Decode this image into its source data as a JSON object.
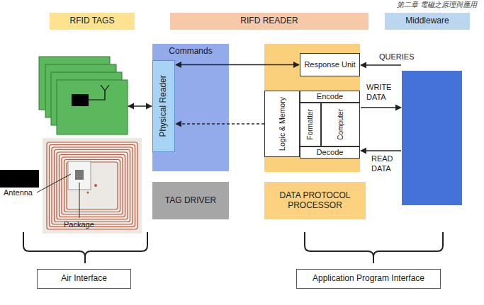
{
  "diagram": {
    "nodes": [
      {
        "text": [
          "RFID TAGS"
        ]
      },
      {
        "text": [
          "RIFD READER"
        ]
      },
      {
        "text": [
          "Middleware"
        ]
      },
      {
        "text": [
          "Commands"
        ]
      },
      {
        "text": [
          "Physical Reader"
        ],
        "in": 3
      },
      {
        "text": [
          "Response Unit"
        ]
      },
      {
        "text": [
          "Logic & Memory"
        ]
      },
      {
        "text": [
          "Encode"
        ]
      },
      {
        "text": [
          "Formatter"
        ]
      },
      {
        "text": [
          "Computer"
        ]
      },
      {
        "text": [
          "Decode"
        ]
      },
      {
        "text": [
          "TAG DRIVER"
        ]
      },
      {
        "text": [
          "DATA PROTOCOL PROCESSOR"
        ]
      },
      {
        "text": [
          "Air Interface"
        ]
      },
      {
        "text": [
          "Application Program Interface"
        ]
      }
    ],
    "edges": [
      {
        "from": 4,
        "to": 5,
        "arrow": "both"
      },
      {
        "from": 6,
        "to": 4,
        "arrow": "to"
      }
    ],
    "labels": [
      "Antenna",
      "Package",
      "QUERIES",
      "WRITE DATA",
      "READ DATA",
      "第二章 電磁之原理與應用"
    ]
  }
}
